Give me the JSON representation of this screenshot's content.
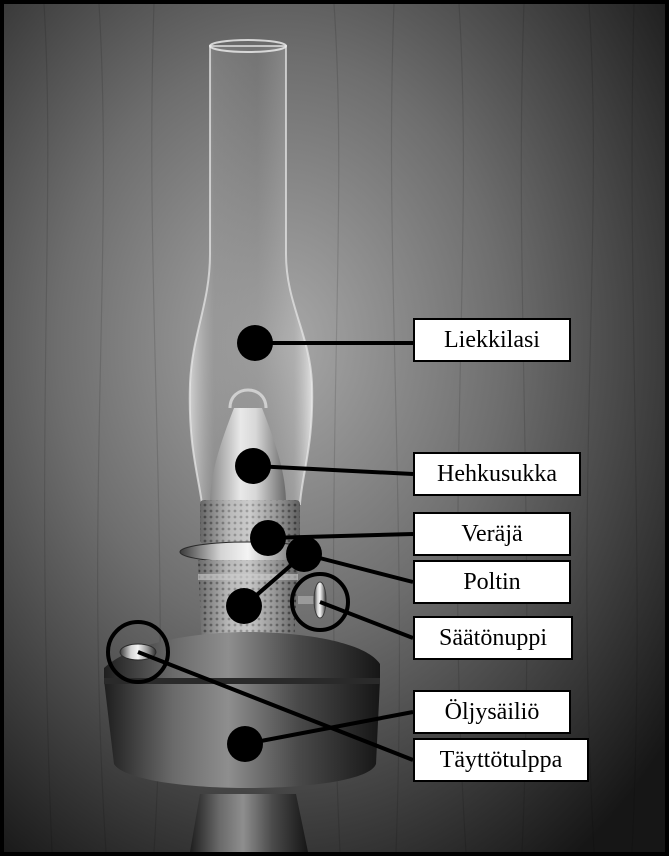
{
  "colors": {
    "frame": "#000000",
    "label_background": "#ffffff",
    "label_text": "#000000",
    "marker": "#000000",
    "wall_dark": "#1a1a1a",
    "wall_light": "#9a9a9a",
    "glass": "#d8d8d8",
    "brass": "#8c8c8c"
  },
  "labels": [
    {
      "id": "liekkilasi",
      "text": "Liekkilasi",
      "marker": "dot"
    },
    {
      "id": "hehkusukka",
      "text": "Hehkusukka",
      "marker": "dot"
    },
    {
      "id": "veraja",
      "text": "Veräjä",
      "marker": "dot"
    },
    {
      "id": "poltin",
      "text": "Poltin",
      "marker": "dot"
    },
    {
      "id": "saatonuppi",
      "text": "Säätönuppi",
      "marker": "circle"
    },
    {
      "id": "oljysailio",
      "text": "Öljysäiliö",
      "marker": "dot"
    },
    {
      "id": "tayttotulppa",
      "text": "Täyttötulppa",
      "marker": "circle"
    }
  ]
}
